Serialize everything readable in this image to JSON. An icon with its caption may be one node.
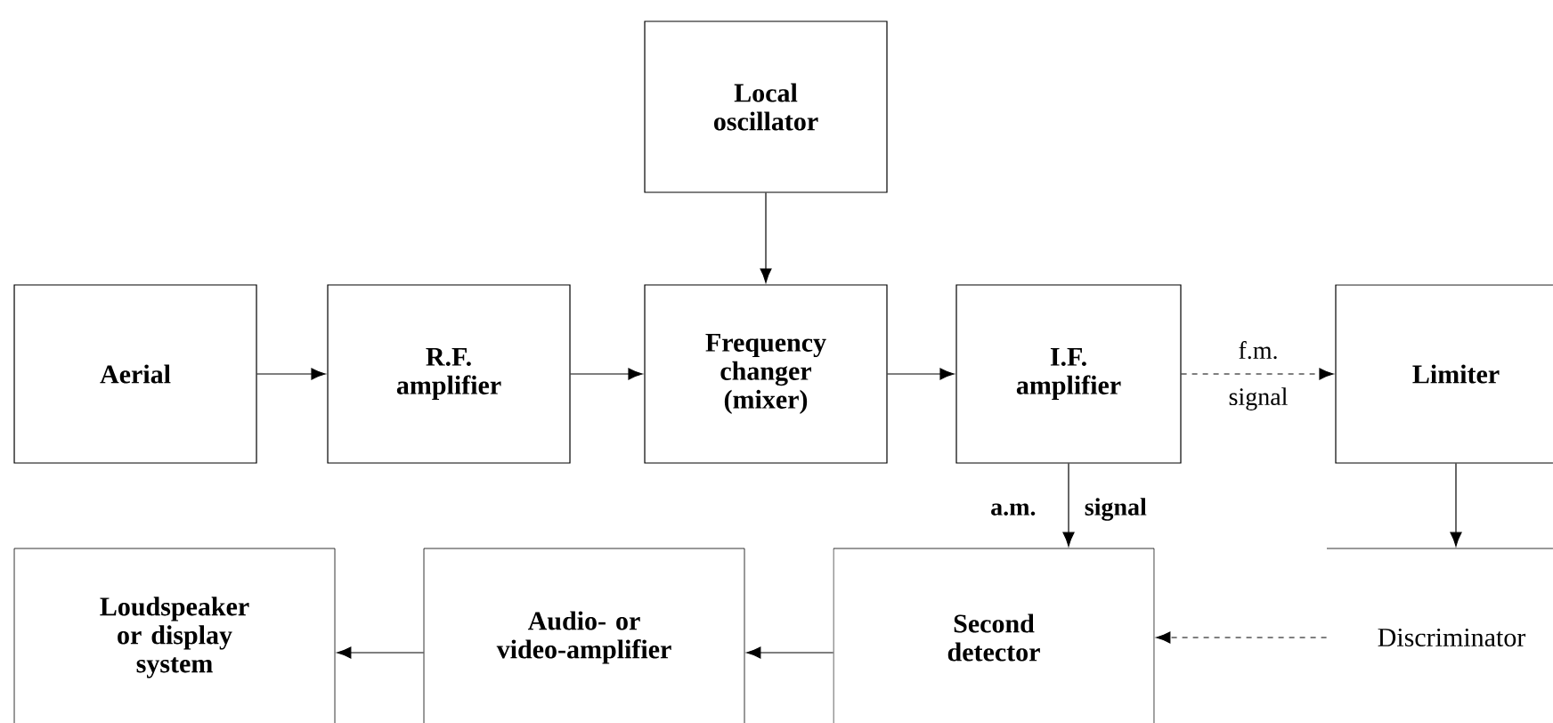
{
  "diagram": {
    "nodes": [
      {
        "text": [
          "Local oscillator"
        ]
      },
      {
        "text": [
          "Aerial"
        ]
      },
      {
        "text": [
          "R.F. amplifier"
        ]
      },
      {
        "text": [
          "Frequency changer (mixer)"
        ]
      },
      {
        "text": [
          "I.F. amplifier"
        ]
      },
      {
        "text": [
          "Limiter"
        ]
      },
      {
        "text": [
          "Loudspeaker or display system"
        ]
      },
      {
        "text": [
          "Audio- or video-amplifier"
        ]
      },
      {
        "text": [
          "Second detector"
        ]
      },
      {
        "text": [
          "Discriminator"
        ]
      }
    ],
    "edges": [
      {
        "from": 0,
        "to": 3,
        "arrow": "to"
      },
      {
        "from": 1,
        "to": 2,
        "arrow": "to"
      },
      {
        "from": 2,
        "to": 3,
        "arrow": "to"
      },
      {
        "from": 3,
        "to": 4,
        "arrow": "to"
      },
      {
        "from": 4,
        "to": 5,
        "arrow": "to",
        "label": "f.m. signal",
        "style": "dashed"
      },
      {
        "from": 4,
        "to": 8,
        "arrow": "to",
        "label": "a.m. signal"
      },
      {
        "from": 5,
        "to": 9,
        "arrow": "to"
      },
      {
        "from": 9,
        "to": 8,
        "arrow": "to",
        "style": "dashed"
      },
      {
        "from": 8,
        "to": 7,
        "arrow": "to"
      },
      {
        "from": 7,
        "to": 6,
        "arrow": "to"
      }
    ]
  }
}
